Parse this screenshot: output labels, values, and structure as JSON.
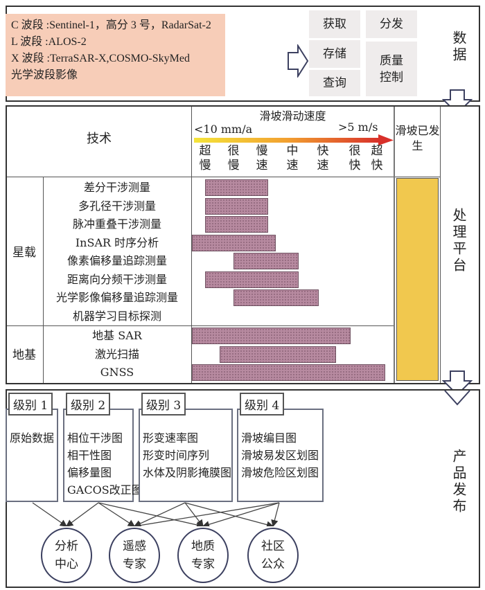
{
  "data_section": {
    "sources": [
      "C 波段 :Sentinel-1，高分 3 号，RadarSat-2",
      "L 波段 :ALOS-2",
      "X 波段 :TerraSAR-X,COSMO-SkyMed",
      "光学波段影像"
    ],
    "functions": {
      "acquire": "获取",
      "store": "存储",
      "query": "查询",
      "distribute": "分发",
      "quality_control": "质量控制"
    },
    "label": "数据"
  },
  "processing": {
    "label": "处理平台",
    "tech_header": "技术",
    "speed_title": "滑坡滑动速度",
    "speed_min": "<10 mm/a",
    "speed_max": ">5 m/s",
    "speed_classes": [
      "超慢",
      "很慢",
      "慢速",
      "中速",
      "快速",
      "很快",
      "超快"
    ],
    "occurred_header": "滑坡已发生",
    "groups": [
      {
        "name": "星载",
        "techniques": [
          {
            "name": "差分干涉测量",
            "range": [
              0.45,
              2.65
            ]
          },
          {
            "name": "多孔径干涉测量",
            "range": [
              0.45,
              2.65
            ]
          },
          {
            "name": "脉冲重叠干涉测量",
            "range": [
              0.45,
              2.65
            ]
          },
          {
            "name": "InSAR 时序分析",
            "range": [
              0,
              2.9
            ]
          },
          {
            "name": "像素偏移量追踪测量",
            "range": [
              1.45,
              3.7
            ]
          },
          {
            "name": "距离向分频干涉测量",
            "range": [
              0.45,
              3.7
            ]
          },
          {
            "name": "光学影像偏移量追踪测量",
            "range": [
              1.45,
              4.4
            ]
          },
          {
            "name": "机器学习目标探测",
            "range": null
          }
        ]
      },
      {
        "name": "地基",
        "techniques": [
          {
            "name": "地基 SAR",
            "range": [
              0,
              5.5
            ]
          },
          {
            "name": "激光扫描",
            "range": [
              0.95,
              5.0
            ]
          },
          {
            "name": "GNSS",
            "range": [
              0,
              6.7
            ]
          }
        ]
      }
    ],
    "colors": {
      "bar": "#b78aa0",
      "occurred": "#f1c84e"
    }
  },
  "products": {
    "label": "产品发布",
    "levels": [
      {
        "tab": "级别 1",
        "items": [
          "原始数据"
        ]
      },
      {
        "tab": "级别 2",
        "items": [
          "相位干涉图",
          "相干性图",
          "偏移量图",
          "GACOS改正图"
        ]
      },
      {
        "tab": "级别 3",
        "items": [
          "形变速率图",
          "形变时间序列",
          "水体及阴影掩膜图"
        ]
      },
      {
        "tab": "级别 4",
        "items": [
          "滑坡编目图",
          "滑坡易发区划图",
          "滑坡危险区划图"
        ]
      }
    ],
    "users": [
      [
        "分析",
        "中心"
      ],
      [
        "遥感",
        "专家"
      ],
      [
        "地质",
        "专家"
      ],
      [
        "社区",
        "公众"
      ]
    ],
    "links": [
      [
        0,
        0
      ],
      [
        1,
        0
      ],
      [
        1,
        1
      ],
      [
        1,
        2
      ],
      [
        2,
        1
      ],
      [
        2,
        2
      ],
      [
        2,
        3
      ],
      [
        3,
        1
      ],
      [
        3,
        2
      ],
      [
        3,
        3
      ]
    ]
  }
}
